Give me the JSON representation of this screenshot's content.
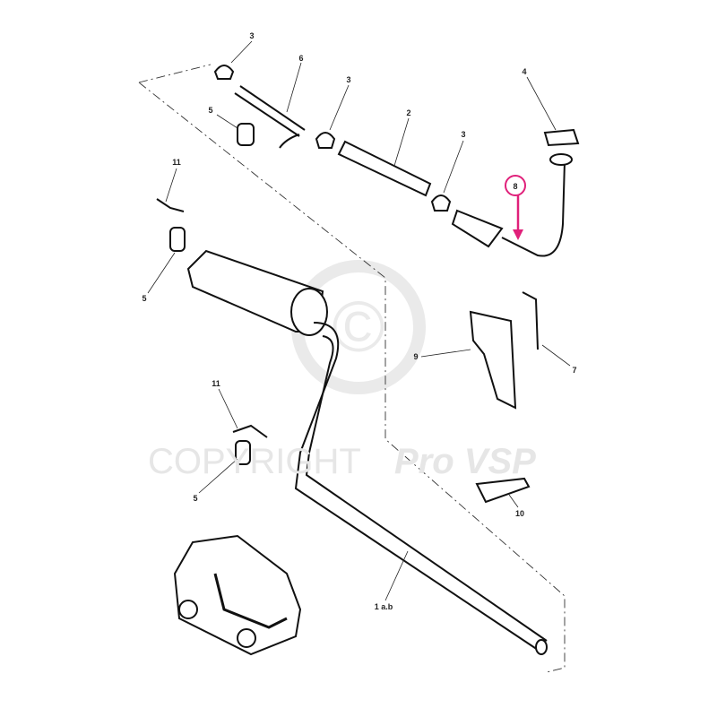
{
  "watermark": {
    "copyright": "COPYRIGHT",
    "brand": "Pro VSP",
    "symbol": "©"
  },
  "callouts": {
    "clamp_top": "3",
    "pipe_6": "6",
    "clamp_mid": "3",
    "mount_top": "5",
    "flex_pipe": "2",
    "clamp_right": "3",
    "gasket": "4",
    "catalyst": "8",
    "bolt_top": "11",
    "mount_left": "5",
    "heat_shield": "9",
    "bracket": "7",
    "bolt_lower": "11",
    "mount_lower": "5",
    "shield_small": "10",
    "tailpipe": "1 a.b"
  },
  "colors": {
    "highlight": "#e0207a",
    "line": "#111111",
    "watermark": "#e6e6e6"
  }
}
